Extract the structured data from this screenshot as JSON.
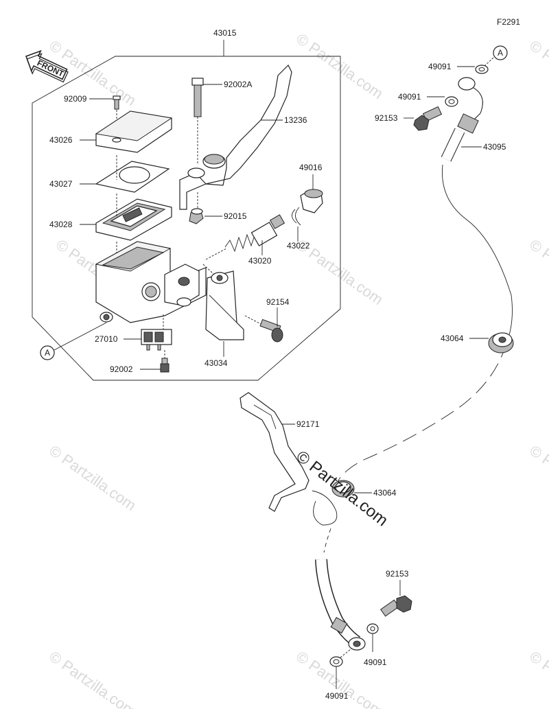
{
  "figure_code": "F2291",
  "front_badge": "FRONT",
  "ref_marker": "A",
  "watermark": "© Partzilla.com",
  "watermark_main": "© Partzilla.com",
  "labels": {
    "p43015": "43015",
    "p92009": "92009",
    "p43026": "43026",
    "p43027": "43027",
    "p43028": "43028",
    "p92002A": "92002A",
    "p13236": "13236",
    "p92015": "92015",
    "p49016": "49016",
    "p43022": "43022",
    "p43020": "43020",
    "p92154": "92154",
    "p27010": "27010",
    "p43034": "43034",
    "p92002": "92002",
    "p49091_top1": "49091",
    "p49091_top2": "49091",
    "p92153_top": "92153",
    "p43095": "43095",
    "p43064_right": "43064",
    "p92171": "92171",
    "p43064_center": "43064",
    "p92153_bottom": "92153",
    "p49091_bottom1": "49091",
    "p49091_bottom2": "49091"
  }
}
